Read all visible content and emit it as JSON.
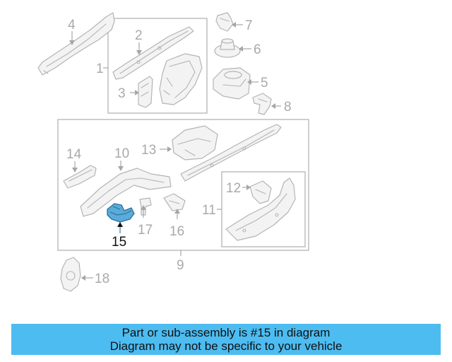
{
  "diagram": {
    "callouts": {
      "c1": "1",
      "c2": "2",
      "c3": "3",
      "c4": "4",
      "c5": "5",
      "c6": "6",
      "c7": "7",
      "c8": "8",
      "c9": "9",
      "c10": "10",
      "c11": "11",
      "c12": "12",
      "c13": "13",
      "c14": "14",
      "c15": "15",
      "c16": "16",
      "c17": "17",
      "c18": "18"
    },
    "highlighted_part": "15",
    "highlight_color": "#5aabd8"
  },
  "banner": {
    "line1": "Part or sub-assembly is #15 in diagram",
    "line2": "Diagram may not be specific to your vehicle",
    "background": "#4dbcf0"
  }
}
